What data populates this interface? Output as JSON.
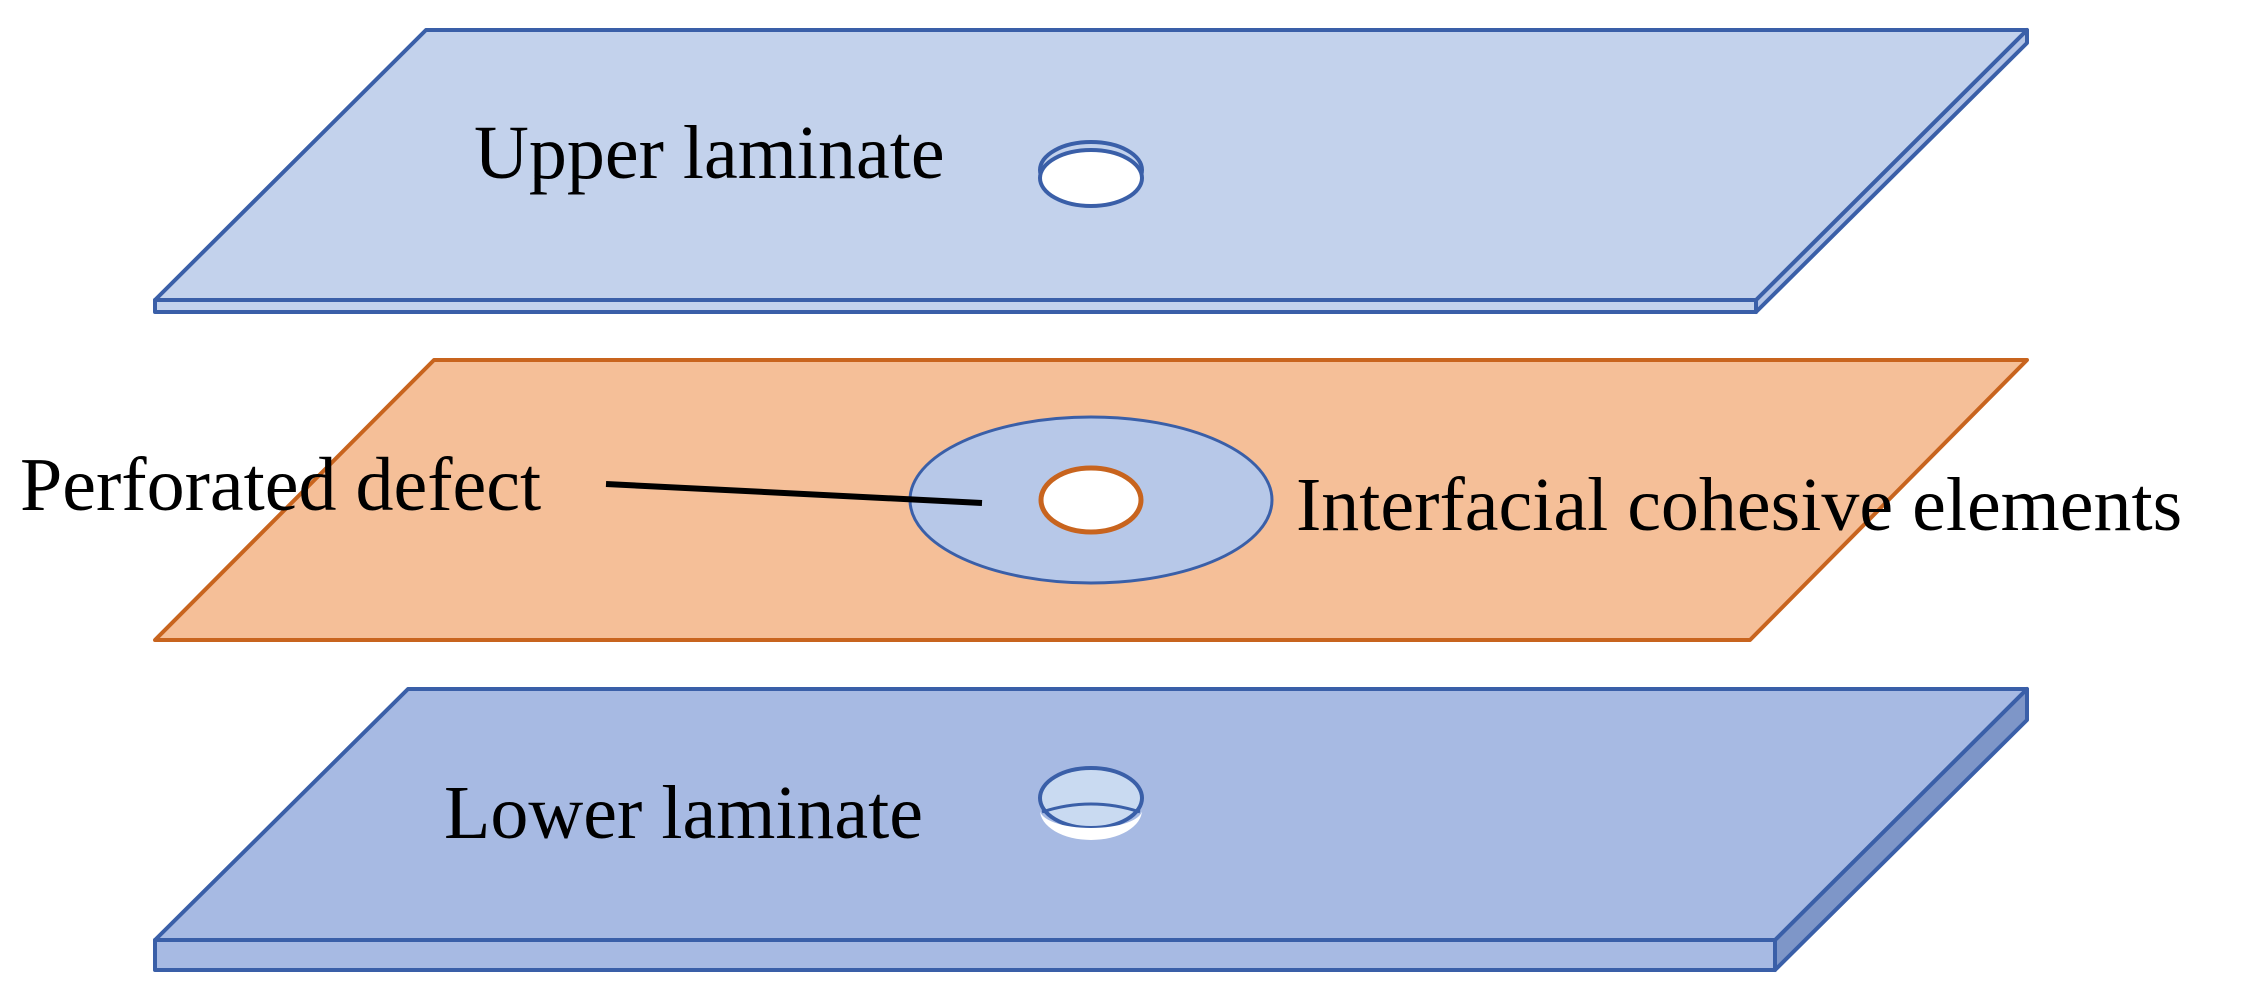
{
  "labels": {
    "upper_laminate": "Upper laminate",
    "perforated_defect": "Perforated defect",
    "interfacial_cohesive_elements": "Interfacial cohesive elements",
    "lower_laminate": "Lower laminate"
  },
  "colors": {
    "upper_face": "#c3d2ec",
    "upper_edge": "#3a5fa8",
    "middle_face": "#f5bf98",
    "middle_edge": "#c8641e",
    "cohesive_zone": "#b7c8e8",
    "lower_face": "#a7bae3",
    "lower_side": "#7e96c8",
    "hole_fill": "#ffffff",
    "hole_inner": "#c9daf1",
    "leader_line": "#000000"
  }
}
